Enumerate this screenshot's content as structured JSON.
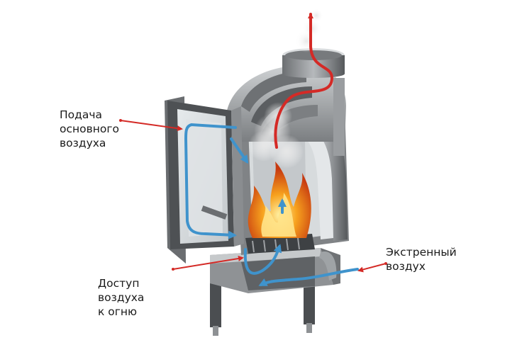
{
  "labels": {
    "primary_air": [
      "Подача",
      "основного",
      "воздуха"
    ],
    "fire_air": [
      "Доступ",
      "воздуха",
      "к огню"
    ],
    "emergency_air": [
      "Экстренный",
      "воздух"
    ]
  },
  "colors": {
    "pointer_arrow": "#d42a26",
    "smoke_arrow": "#d42a26",
    "air_flow": "#3f93cc",
    "metal_dark": "#5d6063",
    "metal_light": "#c9ccce",
    "glass": "#d8dde0",
    "flame": "#f08a1c"
  },
  "icons": {
    "fireplace": "fireplace-cutaway-illustration",
    "fire": "flame-icon",
    "smoke": "smoke-icon"
  }
}
